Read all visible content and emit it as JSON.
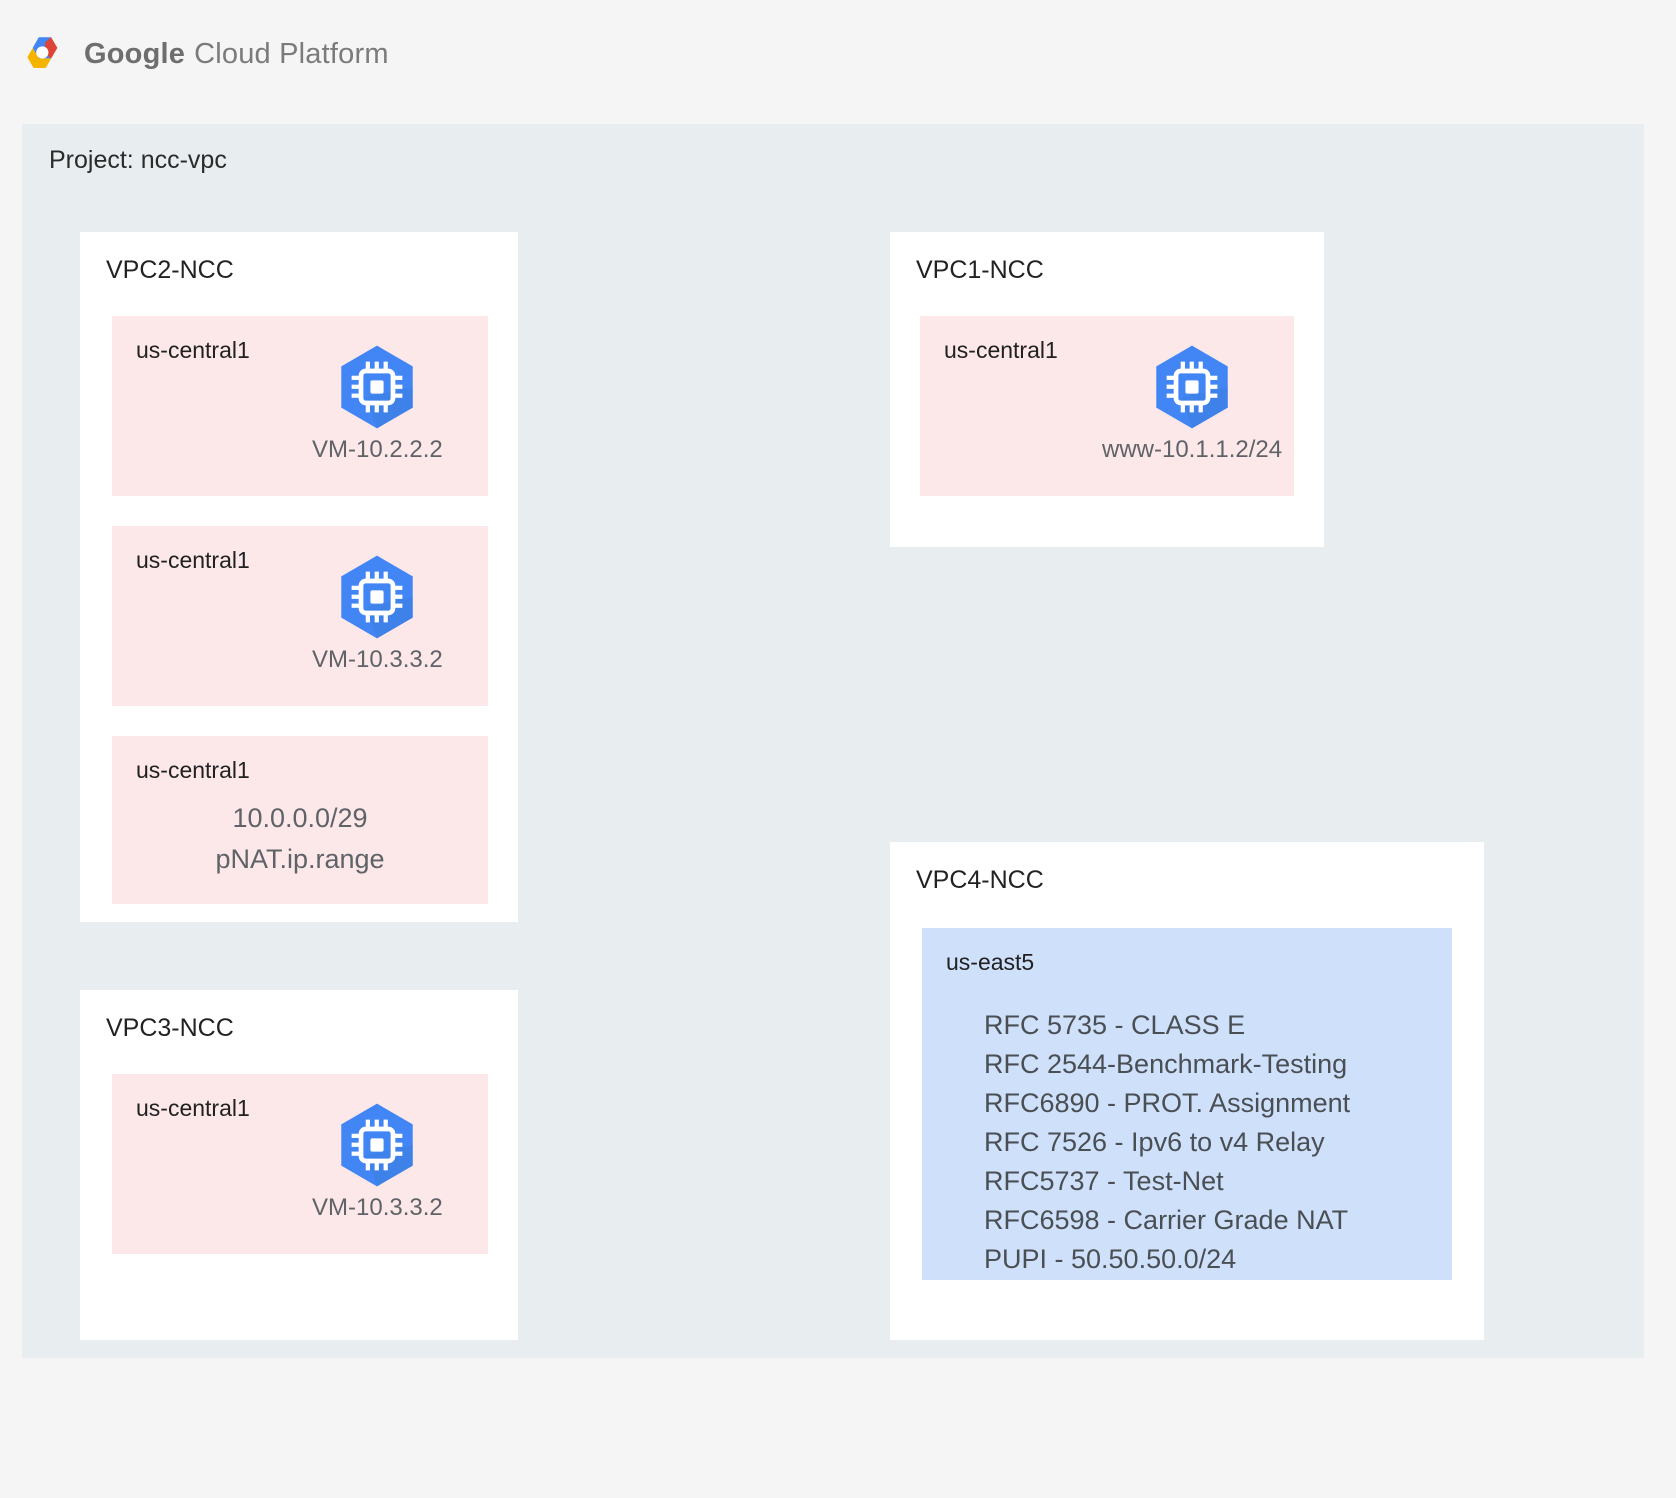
{
  "header": {
    "logo_icon": "google-cloud-platform-logo",
    "brand_bold": "Google",
    "brand_light": "Cloud Platform"
  },
  "project": {
    "label": "Project: ncc-vpc"
  },
  "vpcs": [
    {
      "id": "vpc2",
      "title": "VPC2-NCC",
      "blocks": [
        {
          "zone": "us-central1",
          "kind": "vm",
          "icon": "compute-engine-vm-icon",
          "label": "VM-10.2.2.2"
        },
        {
          "zone": "us-central1",
          "kind": "vm",
          "icon": "compute-engine-vm-icon",
          "label": "VM-10.3.3.2"
        },
        {
          "zone": "us-central1",
          "kind": "text",
          "line1": "10.0.0.0/29",
          "line2": "pNAT.ip.range"
        }
      ]
    },
    {
      "id": "vpc3",
      "title": "VPC3-NCC",
      "blocks": [
        {
          "zone": "us-central1",
          "kind": "vm",
          "icon": "compute-engine-vm-icon",
          "label": "VM-10.3.3.2"
        }
      ]
    },
    {
      "id": "vpc1",
      "title": "VPC1-NCC",
      "blocks": [
        {
          "zone": "us-central1",
          "kind": "vm",
          "icon": "compute-engine-vm-icon",
          "label": "www-10.1.1.2/24"
        }
      ]
    },
    {
      "id": "vpc4",
      "title": "VPC4-NCC",
      "blocks": [
        {
          "zone": "us-east5",
          "kind": "list",
          "items": [
            "RFC 5735 - CLASS E",
            "RFC 2544-Benchmark-Testing",
            "RFC6890 - PROT. Assignment",
            "RFC 7526 - Ipv6 to v4 Relay",
            "RFC5737 - Test-Net",
            "RFC6598 - Carrier Grade NAT",
            "PUPI - 50.50.50.0/24"
          ]
        }
      ]
    }
  ],
  "colors": {
    "page_background": "#f5f5f5",
    "project_panel": "#e8edf0",
    "vpc_card": "#ffffff",
    "zone_pink": "#fce8e9",
    "zone_blue": "#cfe0fb",
    "vm_icon_blue": "#4285f4",
    "text_primary": "#212121",
    "text_secondary": "#5f6368"
  }
}
